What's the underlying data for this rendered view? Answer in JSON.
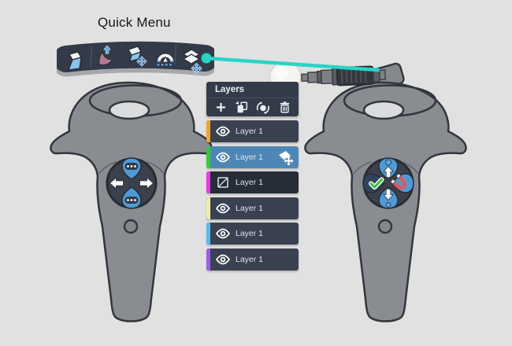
{
  "quick_menu": {
    "label": "Quick Menu",
    "items": [
      {
        "name": "paint-stroke"
      },
      {
        "name": "lift-stroke"
      },
      {
        "name": "grab-stroke"
      },
      {
        "name": "arch-tool"
      },
      {
        "name": "grab-layer"
      }
    ]
  },
  "layers_panel": {
    "title": "Layers",
    "toolbar": [
      {
        "name": "add-layer",
        "icon": "plus-icon"
      },
      {
        "name": "duplicate-layer",
        "icon": "duplicate-icon"
      },
      {
        "name": "merge-layer",
        "icon": "merge-sphere-icon"
      },
      {
        "name": "delete-layer",
        "icon": "trash-icon"
      }
    ],
    "rows": [
      {
        "label": "Layer 1",
        "stripe": "#f5a42b",
        "visible": true,
        "selected": false
      },
      {
        "label": "Layer 1",
        "stripe": "#35cb35",
        "visible": true,
        "selected": true
      },
      {
        "label": "Layer 1",
        "stripe": "#e838e8",
        "visible": false,
        "selected": false
      },
      {
        "label": "Layer 1",
        "stripe": "#edf0a2",
        "visible": true,
        "selected": false
      },
      {
        "label": "Layer 1",
        "stripe": "#55bdf0",
        "visible": true,
        "selected": false
      },
      {
        "label": "Layer 1",
        "stripe": "#9b5ded",
        "visible": true,
        "selected": false
      }
    ]
  },
  "controllers": {
    "left_touchpad": [
      "more-options-top",
      "undo-arrow-left",
      "redo-arrow-right",
      "more-options-bottom"
    ],
    "right_touchpad": [
      "scroll-up-arrow",
      "confirm-check",
      "magnet-snap",
      "scroll-down-arrow"
    ]
  },
  "colors": {
    "background": "#e1e1e1",
    "accent_teal": "#28d4c6",
    "panel_header_bg": "#333b49",
    "row_bg": "#3a4251",
    "row_selected_bg": "#4e87b5",
    "row_hidden_bg": "#262c38",
    "touchpad_blue": "#4f9ad6",
    "check_green": "#3ec43e",
    "magnet_red": "#e05a5a"
  }
}
